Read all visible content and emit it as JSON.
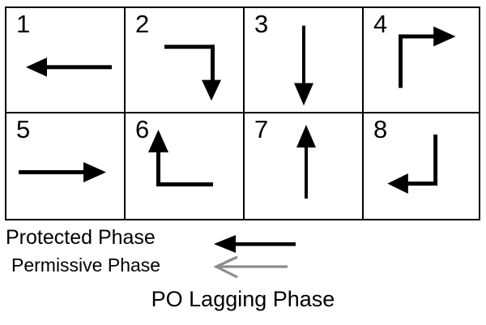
{
  "figure": {
    "caption": "PO Lagging Phase",
    "colors": {
      "protected": "#000000",
      "permissive": "#808080",
      "grid_line": "#000000",
      "background": "#ffffff"
    }
  },
  "grid": {
    "rows": 2,
    "columns": 4,
    "cells": [
      {
        "number": "1",
        "movement": "through-left",
        "direction": "left",
        "style": "protected",
        "icon": "arrow-left-icon"
      },
      {
        "number": "2",
        "movement": "turn-right-down",
        "direction": "down",
        "style": "protected",
        "icon": "arrow-turn-down-icon"
      },
      {
        "number": "3",
        "movement": "through-down",
        "direction": "down",
        "style": "protected",
        "icon": "arrow-down-icon"
      },
      {
        "number": "4",
        "movement": "turn-up-right",
        "direction": "right",
        "style": "protected",
        "icon": "arrow-turn-right-icon"
      },
      {
        "number": "5",
        "movement": "through-right",
        "direction": "right",
        "style": "protected",
        "icon": "arrow-right-icon"
      },
      {
        "number": "6",
        "movement": "turn-left-up",
        "direction": "up",
        "style": "protected",
        "icon": "arrow-turn-up-icon"
      },
      {
        "number": "7",
        "movement": "through-up",
        "direction": "up",
        "style": "protected",
        "icon": "arrow-up-icon"
      },
      {
        "number": "8",
        "movement": "turn-down-left",
        "direction": "left",
        "style": "protected",
        "icon": "arrow-turn-left-icon"
      }
    ]
  },
  "legend": {
    "protected": {
      "label": "Protected Phase",
      "arrow_icon": "arrow-left-solid-icon",
      "color": "#000000"
    },
    "permissive": {
      "label": "Permissive Phase",
      "arrow_icon": "arrow-left-open-icon",
      "color": "#808080"
    }
  }
}
